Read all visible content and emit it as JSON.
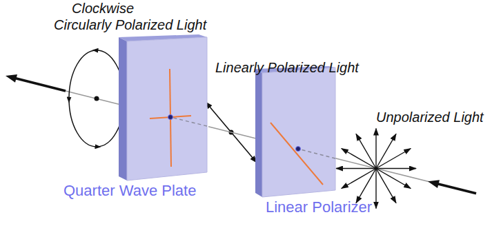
{
  "diagram": {
    "nodes": [
      {
        "text": [
          "Quarter Wave Plate"
        ]
      },
      {
        "text": [
          "Linear Polarizer"
        ]
      }
    ],
    "edges": [
      {
        "from": 1,
        "to": 0,
        "arrow": "none"
      }
    ],
    "labels": [
      "Clockwise Circularly Polarized Light",
      "Linearly Polarized Light",
      "Unpolarized Light"
    ]
  }
}
